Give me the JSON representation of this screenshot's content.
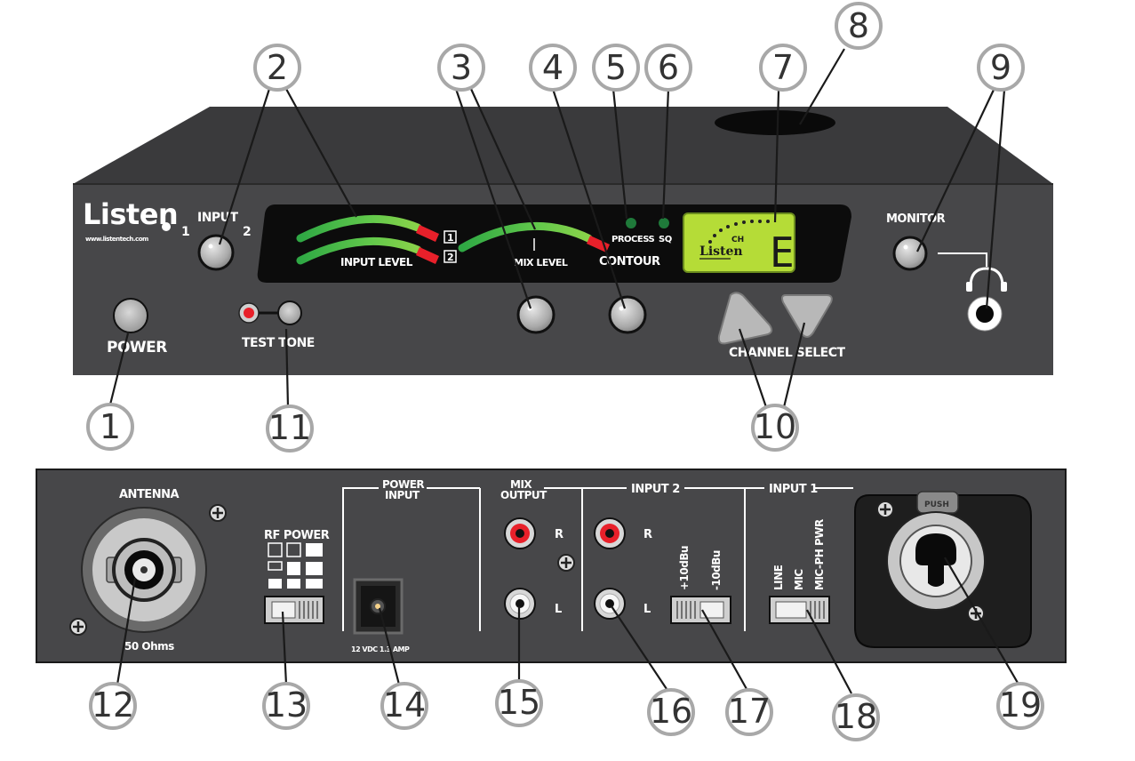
{
  "brand": {
    "name": "Listen",
    "url": "www.listentech.com"
  },
  "front_panel": {
    "input_label": "INPUT",
    "input_1": "1",
    "input_2": "2",
    "input_level_label": "INPUT LEVEL",
    "meter_ch1": "1",
    "meter_ch2": "2",
    "mix_level_label": "MIX LEVEL",
    "contour_label": "CONTOUR",
    "process_label": "PROCESS",
    "sq_label": "SQ",
    "lcd_brand": "Listen",
    "lcd_ch": "CH",
    "lcd_channel": "E",
    "monitor_label": "MONITOR",
    "power_label": "POWER",
    "test_tone_label": "TEST TONE",
    "channel_select_label": "CHANNEL SELECT"
  },
  "rear_panel": {
    "antenna_label": "ANTENNA",
    "antenna_ohms": "50 Ohms",
    "rf_power_label": "RF POWER",
    "power_input_line1": "POWER",
    "power_input_line2": "INPUT",
    "power_spec": "12 VDC 1.3 AMP",
    "mix_output_line1": "MIX",
    "mix_output_line2": "OUTPUT",
    "input2_label": "INPUT 2",
    "input1_label": "INPUT 1",
    "r_label": "R",
    "l_label": "L",
    "plus10": "+10dBu",
    "minus10": "-10dBu",
    "line": "LINE",
    "mic": "MIC",
    "mic_ph_pwr": "MIC-PH PWR",
    "xlr_push": "PUSH"
  },
  "callouts": [
    "1",
    "2",
    "3",
    "4",
    "5",
    "6",
    "7",
    "8",
    "9",
    "10",
    "11",
    "12",
    "13",
    "14",
    "15",
    "16",
    "17",
    "18",
    "19"
  ],
  "colors": {
    "panel": "#3a3a3c",
    "display": "#0c0c0c",
    "meter_green": "#3ec14a",
    "meter_red": "#e8202a",
    "lcd": "#b5dc37",
    "callout_ring": "#a8a8a8"
  }
}
